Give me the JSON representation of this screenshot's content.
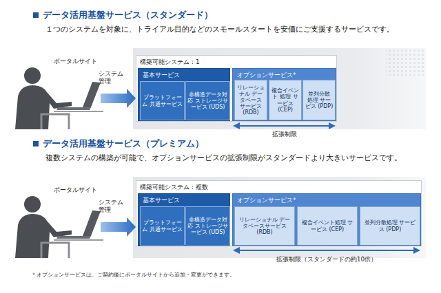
{
  "diagram": {
    "nodes": [
      {
        "text": [
          "構築可能システム：1"
        ]
      },
      {
        "text": [
          "基本サービス"
        ],
        "in": 0
      },
      {
        "text": [
          "プラットフォーム 共通サービス"
        ],
        "in": 1
      },
      {
        "text": [
          "非構造データ対応 ストレージサービス (UDS)"
        ],
        "in": 1
      },
      {
        "text": [
          "オプションサービス*"
        ],
        "in": 0
      },
      {
        "text": [
          "リレーショナル データベース サービス (RDB)"
        ],
        "in": 4
      },
      {
        "text": [
          "複合イベント 処理 サービス (CEP)"
        ],
        "in": 4
      },
      {
        "text": [
          "並列分散 処理 サービス (PDP)"
        ],
        "in": 4
      },
      {
        "text": [
          "構築可能システム：複数"
        ]
      },
      {
        "text": [
          "基本サービス"
        ],
        "in": 8
      },
      {
        "text": [
          "プラットフォーム 共通サービス"
        ],
        "in": 9
      },
      {
        "text": [
          "非構造データ対応 ストレージサービス (UDS)"
        ],
        "in": 9
      },
      {
        "text": [
          "オプションサービス*"
        ],
        "in": 8
      },
      {
        "text": [
          "リレーショナル データベースサービス (RDB)"
        ],
        "in": 12
      },
      {
        "text": [
          "複合イベント処理 サービス (CEP)"
        ],
        "in": 12
      },
      {
        "text": [
          "並列分散処理 サービス (PDP)"
        ],
        "in": 12
      }
    ],
    "labels": [
      "データ活用基盤サービス（スタンダード）",
      "１つのシステムを対象に、トライアル目的などのスモールスタートを安価にご支援するサービスです。",
      "ポータルサイト",
      "システム 管理",
      "拡張制限",
      "データ活用基盤サービス（プレミアム）",
      "複数システムの構築が可能で、オプションサービスの拡張制限がスタンダードより大きいサービスです。",
      "ポータルサイト",
      "システム 管理",
      "拡張制限（スタンダードの約10倍）",
      "＊オプションサービスは、ご契約後にポータルサイトから追加・変更ができます。"
    ]
  }
}
